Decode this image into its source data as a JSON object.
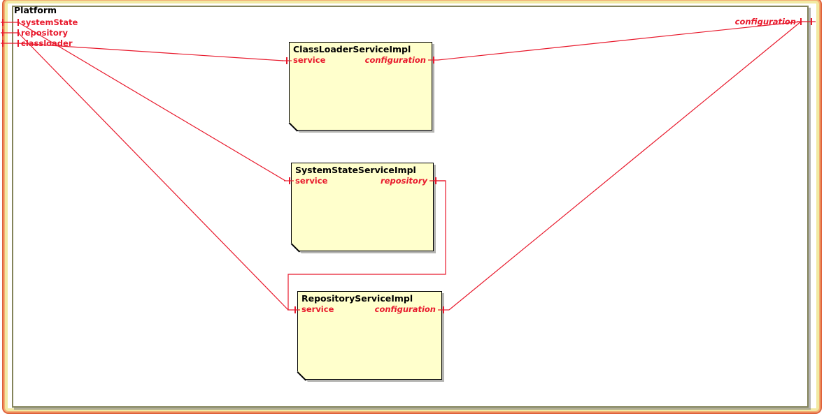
{
  "platform": {
    "title": "Platform",
    "ports": {
      "left": [
        {
          "name": "systemState"
        },
        {
          "name": "repository"
        },
        {
          "name": "classloader"
        }
      ],
      "right": [
        {
          "name": "configuration"
        }
      ]
    }
  },
  "components": [
    {
      "title": "ClassLoaderServiceImpl",
      "left_port": "service",
      "right_port": "configuration"
    },
    {
      "title": "SystemStateServiceImpl",
      "left_port": "service",
      "right_port": "repository"
    },
    {
      "title": "RepositoryServiceImpl",
      "left_port": "service",
      "right_port": "configuration"
    }
  ],
  "connections": [
    {
      "from": "Platform.systemState",
      "to": "SystemStateServiceImpl.service"
    },
    {
      "from": "Platform.repository",
      "to": "RepositoryServiceImpl.service"
    },
    {
      "from": "Platform.classloader",
      "to": "ClassLoaderServiceImpl.service"
    },
    {
      "from": "ClassLoaderServiceImpl.configuration",
      "to": "Platform.configuration"
    },
    {
      "from": "RepositoryServiceImpl.configuration",
      "to": "Platform.configuration"
    },
    {
      "from": "SystemStateServiceImpl.repository",
      "to": "RepositoryServiceImpl.service"
    }
  ],
  "colors": {
    "connector": "#e8192c",
    "component_fill": "#ffffcc",
    "component_border": "#000000",
    "platform_border": "#84845a",
    "frame_border": "#df623c",
    "frame_band": "#f1e9a2",
    "shadow": "#8c8c87"
  }
}
